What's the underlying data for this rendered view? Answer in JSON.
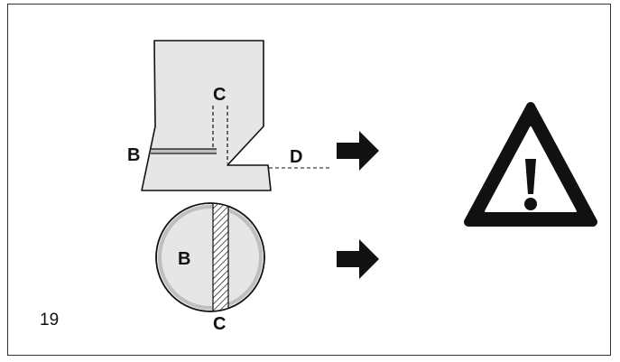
{
  "figure": {
    "number": "19",
    "labels": {
      "b": "B",
      "c": "C",
      "d": "D",
      "b_circle": "B",
      "c_circle": "C"
    },
    "warning_icon": "warning-triangle-icon",
    "arrow_icon": "right-arrow-icon",
    "colors": {
      "fabric": "#e6e6e6",
      "stroke": "#111111",
      "seam_highlight": "#bfbfbf"
    }
  }
}
